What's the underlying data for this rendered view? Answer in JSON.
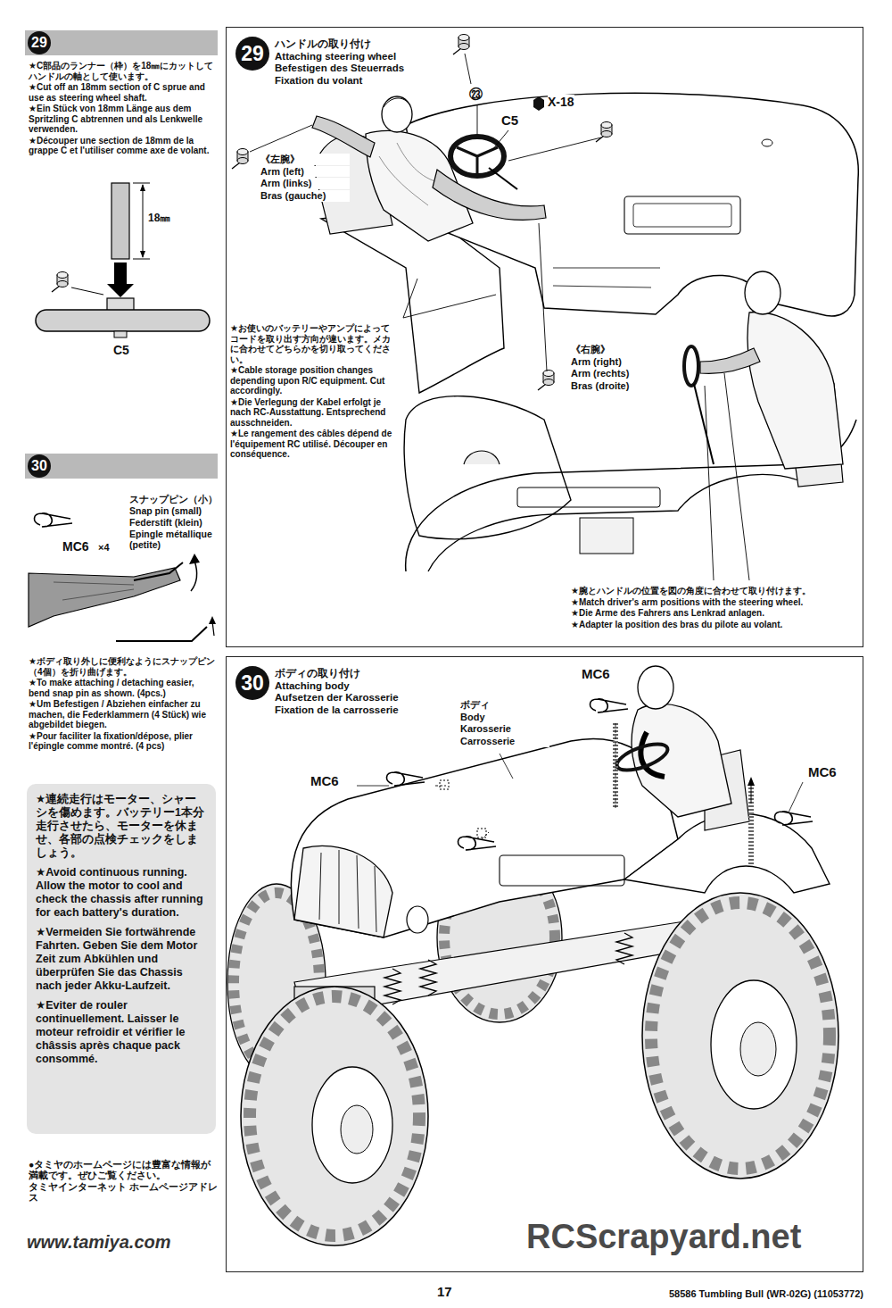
{
  "diagram": {
    "nodes": [
      {
        "text": [
          "29"
        ]
      },
      {
        "text": [
          "29",
          "ハンドルの取り付け",
          "Attaching steering wheel",
          "Befestigen des Steuerrads",
          "Fixation du volant"
        ]
      },
      {
        "text": [
          "30"
        ]
      },
      {
        "text": [
          "30",
          "ボディの取り付け",
          "Attaching body",
          "Aufsetzen der Karosserie",
          "Fixation de la carrosserie"
        ]
      },
      {
        "text": [
          "★連続走行はモーター、シャーシを傷めます。バッテリー1本分走行させたら、モーターを休ませ、各部の点検チェックをしましょう。",
          "★Avoid continuous running. Allow the motor to cool and check the chassis after running for each battery's duration.",
          "★Vermeiden Sie fortwährende Fahrten. Geben Sie dem Motor Zeit zum Abkühlen und überprüfen Sie das Chassis nach jeder Akku-Laufzeit.",
          "★Eviter de rouler continuellement. Laisser le moteur refroidir et vérifier le châssis après chaque pack consommé."
        ]
      }
    ],
    "labels": [
      "★C部品のランナー（枠）を18㎜にカットしてハンドルの軸として使います。",
      "★Cut off an 18mm section of C sprue and use as steering wheel shaft.",
      "★Ein Stück von 18mm Länge aus dem Spritzling C abtrennen und als Lenkwelle verwenden.",
      "★Découper une section de 18mm de la grappe C et l'utiliser comme axe de volant.",
      "18㎜",
      "C5",
      "スナップピン（小）",
      "Snap pin (small)",
      "Federstift (klein)",
      "Epingle métallique (petite)",
      "MC6",
      "×4",
      "★ボディ取り外しに便利なようにスナップピン（4個）を折り曲げます。",
      "★To make attaching / detaching easier, bend snap pin as shown. (4pcs.)",
      "★Um Befestigen / Abziehen einfacher zu machen, die Federklammern (4 Stück) wie abgebildet biegen.",
      "★Pour faciliter la fixation/dépose, plier l'épingle comme montré. (4 pcs)",
      "●タミヤのホームページには豊富な情報が満載です。ぜひご覧ください。",
      "タミヤインターネット ホームページアドレス",
      "www.tamiya.com",
      "㉓",
      "C5",
      "X-18",
      "《左腕》",
      "Arm (left)",
      "Arm (links)",
      "Bras (gauche)",
      "《右腕》",
      "Arm (right)",
      "Arm (rechts)",
      "Bras (droite)",
      "★お使いのバッテリーやアンプによってコードを取り出す方向が違います。メカに合わせてどちらかを切り取ってください。",
      "★Cable storage position changes depending upon R/C equipment. Cut accordingly.",
      "★Die Verlegung der Kabel erfolgt je nach RC-Ausstattung. Entsprechend ausschneiden.",
      "★Le rangement des câbles dépend de l'équipement RC utilisé. Découper en conséquence.",
      "★腕とハンドルの位置を図の角度に合わせて取り付けます。",
      "★Match driver's arm positions with the steering wheel.",
      "★Die Arme des Fahrers ans Lenkrad anlagen.",
      "★Adapter la position des bras du pilote au volant.",
      "MC6",
      "ボディ",
      "Body",
      "Karosserie",
      "Carrosserie",
      "MC6",
      "MC6",
      "17",
      "58586 Tumbling Bull (WR-02G) (11053772)",
      "RCScrapyard.net"
    ]
  }
}
